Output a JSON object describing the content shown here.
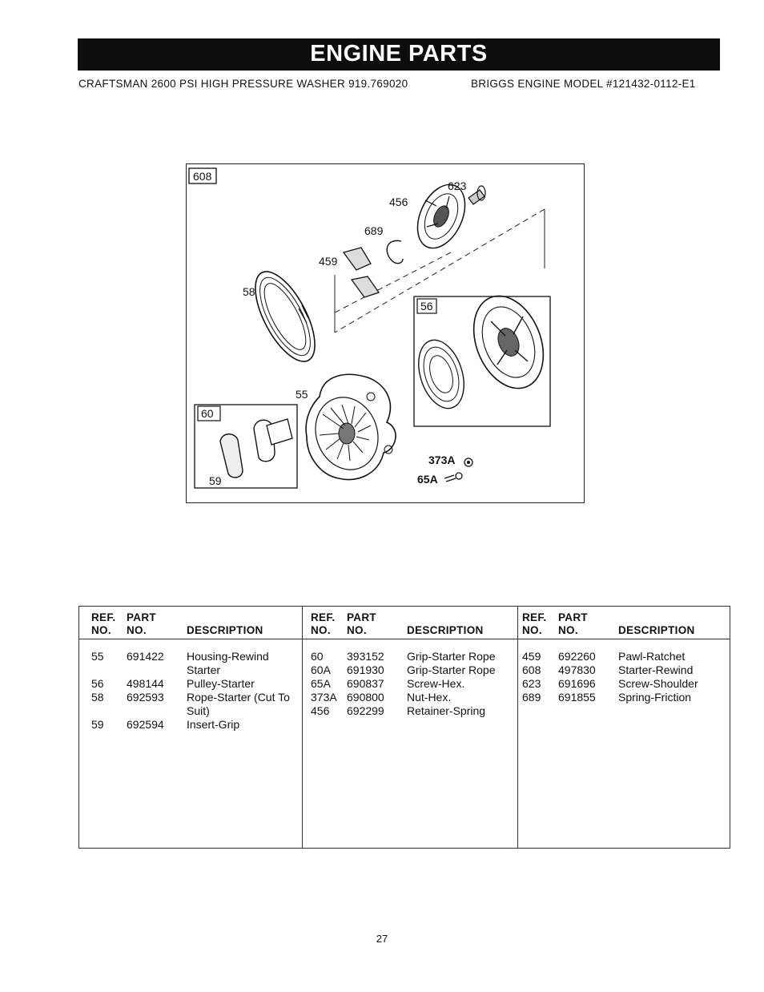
{
  "header": {
    "title": "ENGINE PARTS",
    "model_left": "CRAFTSMAN 2600 PSI HIGH PRESSURE WASHER 919.769020",
    "model_right": "BRIGGS ENGINE MODEL #121432-0112-E1"
  },
  "diagram": {
    "callouts": {
      "c608": "608",
      "c623": "623",
      "c456": "456",
      "c689": "689",
      "c459": "459",
      "c58": "58",
      "c56": "56",
      "c55": "55",
      "c60": "60",
      "c59": "59",
      "c373a": "373A",
      "c65a": "65A"
    }
  },
  "table": {
    "headers": {
      "ref_top": "REF.",
      "ref_bottom": "NO.",
      "part_top": "PART",
      "part_bottom": "NO.",
      "description": "DESCRIPTION"
    },
    "columns": [
      {
        "rows": [
          {
            "ref": "55",
            "part": "691422",
            "desc": "Housing-Rewind",
            "desc2": "Starter"
          },
          {
            "ref": "56",
            "part": "498144",
            "desc": "Pulley-Starter"
          },
          {
            "ref": "58",
            "part": "692593",
            "desc": "Rope-Starter (Cut To",
            "desc2": "Suit)"
          },
          {
            "ref": "59",
            "part": "692594",
            "desc": "Insert-Grip"
          }
        ]
      },
      {
        "rows": [
          {
            "ref": "60",
            "part": "393152",
            "desc": "Grip-Starter Rope"
          },
          {
            "ref": "60A",
            "part": "691930",
            "desc": "Grip-Starter Rope"
          },
          {
            "ref": "65A",
            "part": "690837",
            "desc": "Screw-Hex."
          },
          {
            "ref": "373A",
            "part": "690800",
            "desc": "Nut-Hex."
          },
          {
            "ref": "456",
            "part": "692299",
            "desc": "Retainer-Spring"
          }
        ]
      },
      {
        "rows": [
          {
            "ref": "459",
            "part": "692260",
            "desc": "Pawl-Ratchet"
          },
          {
            "ref": "608",
            "part": "497830",
            "desc": "Starter-Rewind"
          },
          {
            "ref": "623",
            "part": "691696",
            "desc": "Screw-Shoulder"
          },
          {
            "ref": "689",
            "part": "691855",
            "desc": "Spring-Friction"
          }
        ]
      }
    ]
  },
  "page_number": "27"
}
